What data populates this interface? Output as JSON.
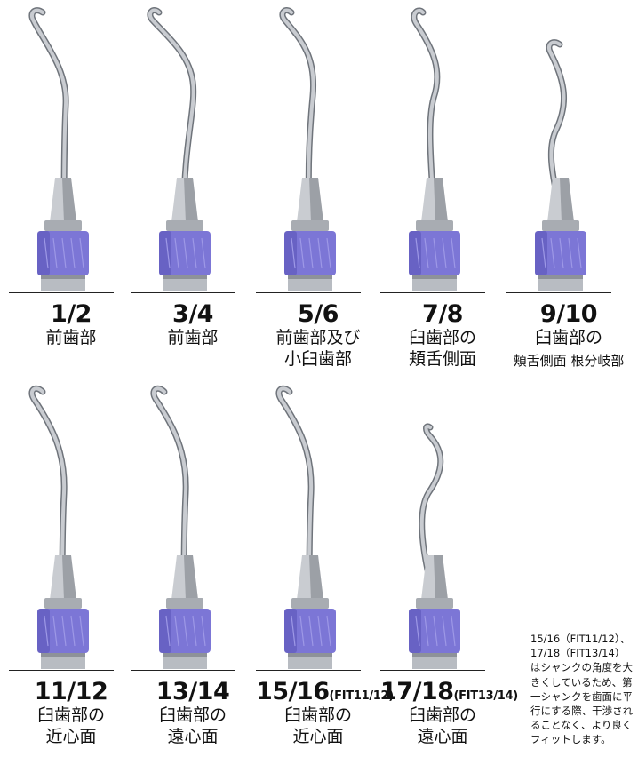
{
  "instruments": [
    {
      "number": "1/2",
      "suffix": "",
      "lines": [
        "前歯部"
      ]
    },
    {
      "number": "3/4",
      "suffix": "",
      "lines": [
        "前歯部"
      ]
    },
    {
      "number": "5/6",
      "suffix": "",
      "lines": [
        "前歯部及び",
        "小臼歯部"
      ]
    },
    {
      "number": "7/8",
      "suffix": "",
      "lines": [
        "臼歯部の",
        "頬舌側面"
      ]
    },
    {
      "number": "9/10",
      "suffix": "",
      "lines": [
        "臼歯部の",
        "頬舌側面 根分岐部"
      ]
    },
    {
      "number": "11/12",
      "suffix": "",
      "lines": [
        "臼歯部の",
        "近心面"
      ]
    },
    {
      "number": "13/14",
      "suffix": "",
      "lines": [
        "臼歯部の",
        "遠心面"
      ]
    },
    {
      "number": "15/16",
      "suffix": "(FIT11/12)",
      "lines": [
        "臼歯部の",
        "近心面"
      ]
    },
    {
      "number": "17/18",
      "suffix": "(FIT13/14)",
      "lines": [
        "臼歯部の",
        "遠心面"
      ]
    }
  ],
  "note": "15/16（FIT11/12）、17/18（FIT13/14）はシャンクの角度を大きくしているため、第一シャンクを歯面に平行にする際、干渉されることなく、より良くフィットします。",
  "colors": {
    "collar": "#7c76d6",
    "collar_dark": "#5b55b8",
    "steel": "#c9ccd1",
    "steel_dark": "#6f747b"
  }
}
